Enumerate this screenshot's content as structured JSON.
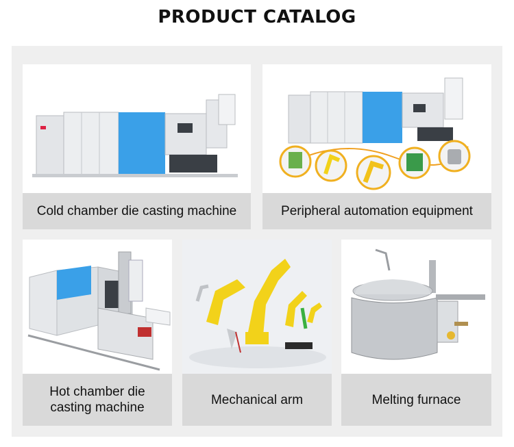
{
  "title": "PRODUCT CATALOG",
  "products": [
    {
      "label": "Cold chamber die casting machine"
    },
    {
      "label": "Peripheral automation equipment"
    },
    {
      "label_line1": "Hot chamber die",
      "label_line2": "casting machine"
    },
    {
      "label": "Mechanical arm"
    },
    {
      "label": "Melting furnace"
    }
  ],
  "colors": {
    "accent_blue": "#3aa0e8",
    "robot_yellow": "#f2d21a",
    "label_bg": "#d9d9d9",
    "panel_bg": "#efefef"
  }
}
